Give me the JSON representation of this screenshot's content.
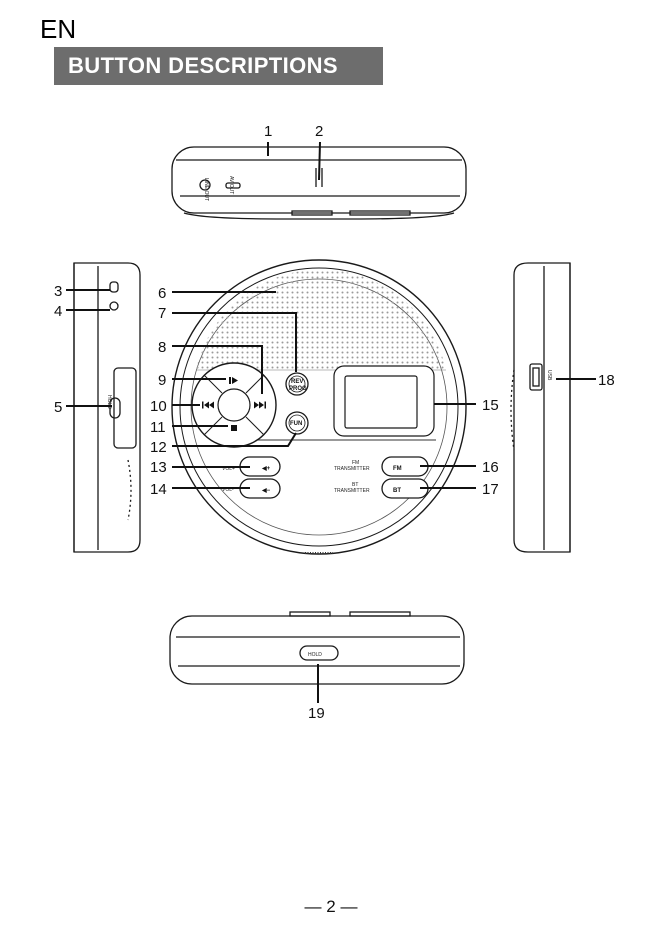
{
  "header": {
    "lang": "EN",
    "title": "BUTTON DESCRIPTIONS"
  },
  "callouts": [
    "1",
    "2",
    "3",
    "4",
    "5",
    "6",
    "7",
    "8",
    "9",
    "10",
    "11",
    "12",
    "13",
    "14",
    "15",
    "16",
    "17",
    "18",
    "19"
  ],
  "top_view": {
    "jack1": "LINE OUT",
    "jack2": "AV OUT"
  },
  "front": {
    "rev_label": "REV",
    "prog_label": "PROG",
    "fun_label": "FUN",
    "vol_up_label": "VOL+",
    "vol_down_label": "VOL-",
    "fm_label": "FM",
    "bt_label": "BT",
    "fm_caption_1": "FM",
    "fm_caption_2": "TRANSMITTER",
    "bt_caption_1": "BT",
    "bt_caption_2": "TRANSMITTER"
  },
  "side": {
    "hold": "HOLD",
    "usb": "USB"
  },
  "bottom_view": {
    "switch": "HOLD"
  },
  "footer": {
    "page": "— 2 —"
  },
  "colors": {
    "banner": "#6d6d6d",
    "line": "#1a1a1a",
    "grille": "#9a9a9a"
  }
}
